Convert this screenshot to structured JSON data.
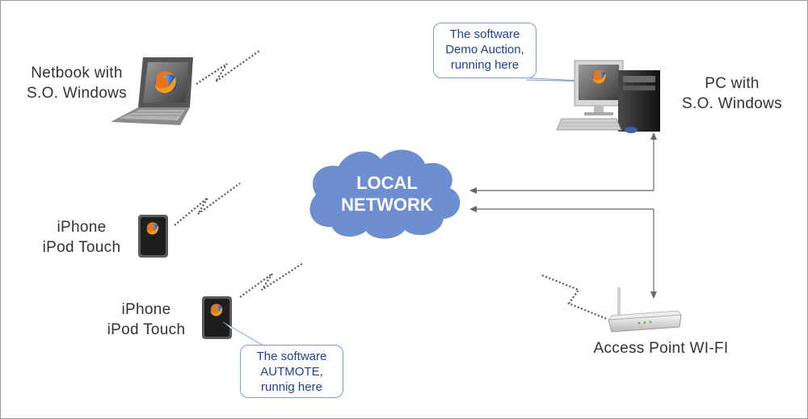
{
  "devices": {
    "netbook": {
      "label_line1": "Netbook with",
      "label_line2": "S.O. Windows"
    },
    "iphone1": {
      "label_line1": "iPhone",
      "label_line2": "iPod Touch"
    },
    "iphone2": {
      "label_line1": "iPhone",
      "label_line2": "iPod Touch"
    },
    "pc": {
      "label_line1": "PC with",
      "label_line2": "S.O. Windows"
    },
    "access_point": {
      "label": "Access Point WI-FI"
    }
  },
  "network": {
    "line1": "LOCAL",
    "line2": "NETWORK"
  },
  "callouts": {
    "pc_software": {
      "line1": "The software",
      "line2": "Demo Auction,",
      "line3": "running here"
    },
    "iphone_software": {
      "line1": "The software",
      "line2": "AUTMOTE,",
      "line3": "runnig here"
    }
  },
  "colors": {
    "cloud": "#6d8ed0",
    "callout_border": "#7b9bd6",
    "callout_text": "#1f3f9a",
    "arrow": "#666666",
    "label_text": "#333333"
  }
}
